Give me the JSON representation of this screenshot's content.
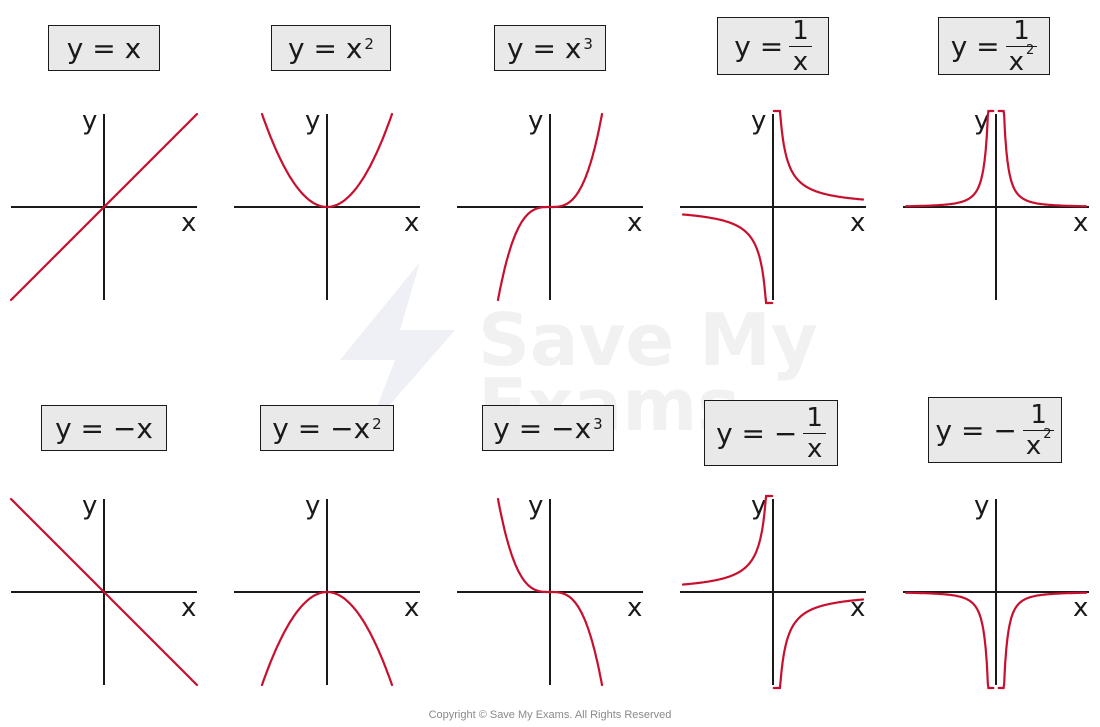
{
  "colors": {
    "axis": "#1a1a1a",
    "curve": "#c8102e",
    "label_bg": "#e9e9e9",
    "watermark": "#eef0f6"
  },
  "axis_labels": {
    "x": "x",
    "y": "y"
  },
  "graphs": [
    {
      "id": "g1",
      "eq": "y = x",
      "kind": "linear",
      "sign": 1
    },
    {
      "id": "g2",
      "eq": "y = x²",
      "kind": "square",
      "sign": 1
    },
    {
      "id": "g3",
      "eq": "y = x³",
      "kind": "cube",
      "sign": 1
    },
    {
      "id": "g4",
      "eq": "y = 1/x",
      "kind": "reciprocal",
      "sign": 1
    },
    {
      "id": "g5",
      "eq": "y = 1/x²",
      "kind": "reciprocal-square",
      "sign": 1
    },
    {
      "id": "g6",
      "eq": "y = −x",
      "kind": "linear",
      "sign": -1
    },
    {
      "id": "g7",
      "eq": "y = −x²",
      "kind": "square",
      "sign": -1
    },
    {
      "id": "g8",
      "eq": "y = −x³",
      "kind": "cube",
      "sign": -1
    },
    {
      "id": "g9",
      "eq": "y = −1/x",
      "kind": "reciprocal",
      "sign": -1
    },
    {
      "id": "g10",
      "eq": "y = −1/x²",
      "kind": "reciprocal-square",
      "sign": -1
    }
  ],
  "watermark": {
    "line1": "Save My",
    "line2": "Exams"
  },
  "copyright": "Copyright © Save My Exams. All Rights Reserved"
}
